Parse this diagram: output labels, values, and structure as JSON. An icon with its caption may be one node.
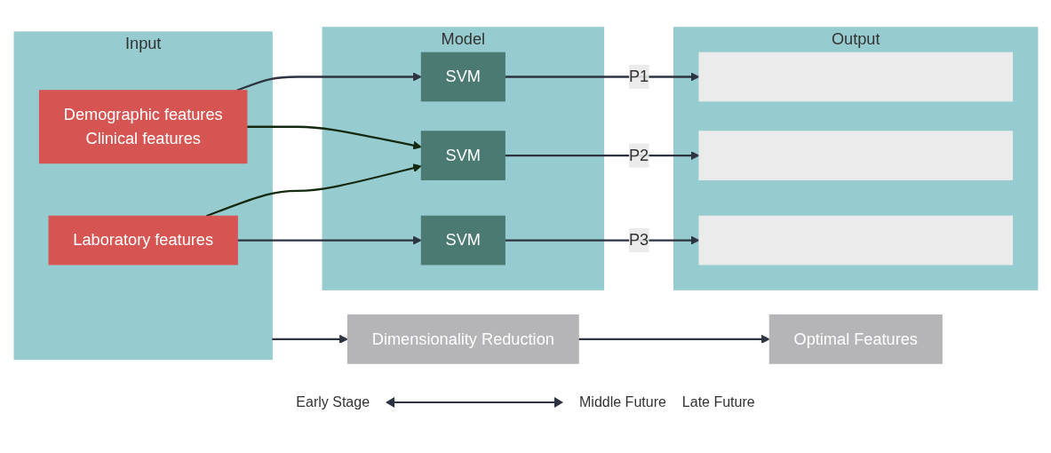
{
  "diagram": {
    "nodes": [
      {
        "text": [
          "Input"
        ]
      },
      {
        "text": [
          "Demographic features",
          "Clinical features"
        ],
        "in": 0
      },
      {
        "text": [
          "Laboratory features"
        ],
        "in": 0
      },
      {
        "text": [
          "Model"
        ]
      },
      {
        "text": [
          "SVM"
        ],
        "in": 3
      },
      {
        "text": [
          "SVM"
        ],
        "in": 3
      },
      {
        "text": [
          "SVM"
        ],
        "in": 3
      },
      {
        "text": [
          "Output"
        ]
      },
      {
        "text": [],
        "shape": "bar",
        "in": 7
      },
      {
        "text": [],
        "shape": "bar",
        "in": 7
      },
      {
        "text": [],
        "shape": "bar",
        "in": 7
      },
      {
        "text": [
          "Dimensionality Reduction"
        ]
      },
      {
        "text": [
          "Optimal Features"
        ]
      }
    ],
    "edges": [
      {
        "from": 1,
        "to": 4,
        "arrow": "to"
      },
      {
        "from": 1,
        "to": 5,
        "arrow": "to",
        "color": "#14290f"
      },
      {
        "from": 2,
        "to": 5,
        "arrow": "to",
        "color": "#14290f"
      },
      {
        "from": 2,
        "to": 6,
        "arrow": "to"
      },
      {
        "from": 4,
        "to": 8,
        "arrow": "to",
        "label": "P1"
      },
      {
        "from": 5,
        "to": 9,
        "arrow": "to",
        "label": "P2"
      },
      {
        "from": 6,
        "to": 10,
        "arrow": "to",
        "label": "P3"
      },
      {
        "from": 0,
        "to": 11,
        "arrow": "to"
      },
      {
        "from": 11,
        "to": 12,
        "arrow": "to"
      }
    ],
    "labels": [
      "Early Stage",
      "Middle Future",
      "Late Future"
    ]
  }
}
